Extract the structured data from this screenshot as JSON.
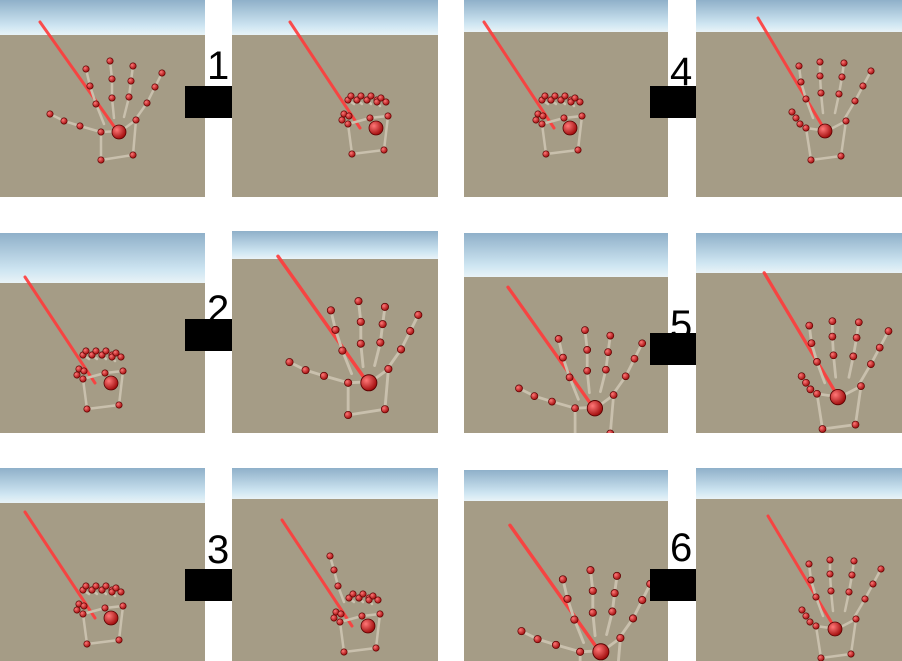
{
  "colors": {
    "sky_top": "#8fb0c9",
    "sky_mid": "#cfe6f2",
    "ground": "#a59c86",
    "ray": "#ff3b3b",
    "joint": "#a30f0f",
    "bone": "#c9c0ad",
    "arrow": "#000000"
  },
  "transitions": [
    {
      "label": "1",
      "from_pose": "open-spread",
      "to_pose": "fist"
    },
    {
      "label": "2",
      "from_pose": "fist",
      "to_pose": "open-spread"
    },
    {
      "label": "3",
      "from_pose": "fist",
      "to_pose": "index-point"
    },
    {
      "label": "4",
      "from_pose": "fist",
      "to_pose": "open-tilted"
    },
    {
      "label": "5",
      "from_pose": "open-spread",
      "to_pose": "open-tilted"
    },
    {
      "label": "6",
      "from_pose": "open-spread",
      "to_pose": "open-tilted"
    }
  ]
}
